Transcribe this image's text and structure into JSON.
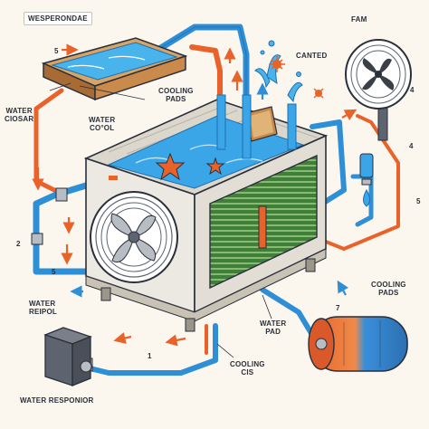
{
  "labels": {
    "wesperondae": "WESPERONDAE",
    "fam": "FAM",
    "canted": "CANTED",
    "cooling_pads_top": "COOLING\nPADS",
    "water_ciosar": "WATER\nCIOSAR",
    "water_cool": "WATER\nCO°OL",
    "water_reipol": "WATER\nREIPOL",
    "water_pad": "WATER\nPAD",
    "cooling_pads_right": "COOLING\nPADS",
    "cooling_cis": "COOLING\nCIS",
    "water_responior": "WATER RESPONIOR"
  },
  "step_numbers": {
    "n_5_top": "5",
    "n_2_left": "2",
    "n_5_left": "5",
    "n_4_right": "4",
    "n_5_right": "5",
    "n_4_far_right": "4",
    "n_7": "7",
    "n_1": "1"
  },
  "colors": {
    "pipe_blue": "#2f8fd6",
    "pipe_orange": "#e8622a",
    "water": "#3aa6e8",
    "unit_body": "#ece9e2",
    "coil_green": "#3f7f3a",
    "outline": "#2a2f3a",
    "wood": "#c98a4b",
    "tank_orange": "#e8652b",
    "tank_blue": "#3a8fd9"
  },
  "icons": [
    "fan-icon",
    "starfish-icon",
    "splash-icon",
    "arrow-icon"
  ]
}
